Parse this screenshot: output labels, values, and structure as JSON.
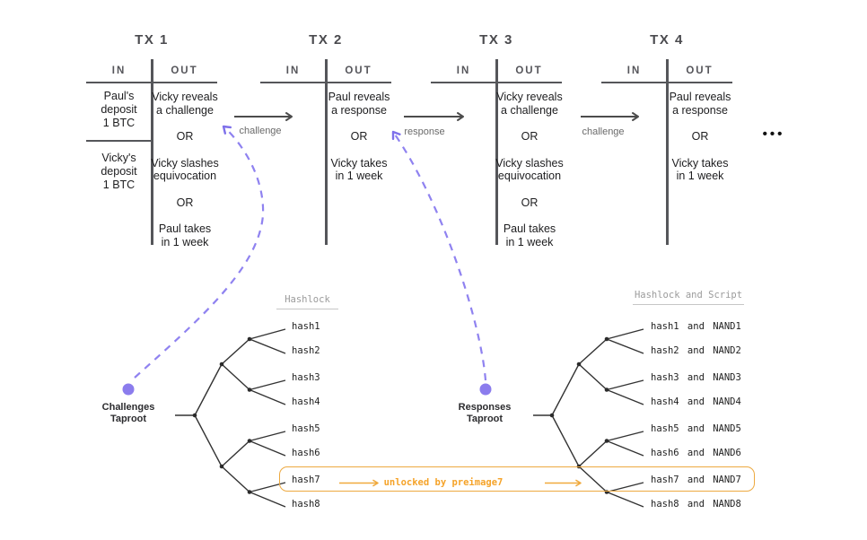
{
  "tables": [
    {
      "title": "TX 1",
      "in_header": "IN",
      "out_header": "OUT",
      "in_cells": [
        "Paul's\ndeposit\n1 BTC",
        "Vicky's\ndeposit\n1 BTC"
      ],
      "out_cells": [
        "Vicky reveals\na challenge",
        "OR",
        "Vicky slashes\nequivocation",
        "OR",
        "Paul takes\nin 1 week"
      ]
    },
    {
      "title": "TX 2",
      "in_header": "IN",
      "out_header": "OUT",
      "in_cells": [],
      "out_cells": [
        "Paul reveals\na response",
        "OR",
        "Vicky takes\nin 1 week"
      ]
    },
    {
      "title": "TX 3",
      "in_header": "IN",
      "out_header": "OUT",
      "in_cells": [],
      "out_cells": [
        "Vicky reveals\na challenge",
        "OR",
        "Vicky slashes\nequivocation",
        "OR",
        "Paul takes\nin 1 week"
      ]
    },
    {
      "title": "TX 4",
      "in_header": "IN",
      "out_header": "OUT",
      "in_cells": [],
      "out_cells": [
        "Paul reveals\na response",
        "OR",
        "Vicky takes\nin 1 week"
      ]
    }
  ],
  "arrows": [
    {
      "label": "challenge"
    },
    {
      "label": "response"
    },
    {
      "label": "challenge"
    }
  ],
  "ellipsis": "•••",
  "trees": {
    "left": {
      "header": "Hashlock",
      "root_label": "Challenges\nTaproot",
      "leaves": [
        "hash1",
        "hash2",
        "hash3",
        "hash4",
        "hash5",
        "hash6",
        "hash7",
        "hash8"
      ]
    },
    "right": {
      "header": "Hashlock and Script",
      "root_label": "Responses\nTaproot",
      "leaves": [
        "hash1 and NAND1",
        "hash2 and NAND2",
        "hash3 and NAND3",
        "hash4 and NAND4",
        "hash5 and NAND5",
        "hash6 and NAND6",
        "hash7 and NAND7",
        "hash8 and NAND8"
      ]
    }
  },
  "highlight": {
    "label": "unlocked by preimage7"
  },
  "colors": {
    "table_line": "#55565a",
    "text": "#1d1d1f",
    "purple_dot": "#8b7ced",
    "purple_dash": "#8f82f0",
    "orange": "#eda940",
    "orange_text": "#f5a329"
  }
}
